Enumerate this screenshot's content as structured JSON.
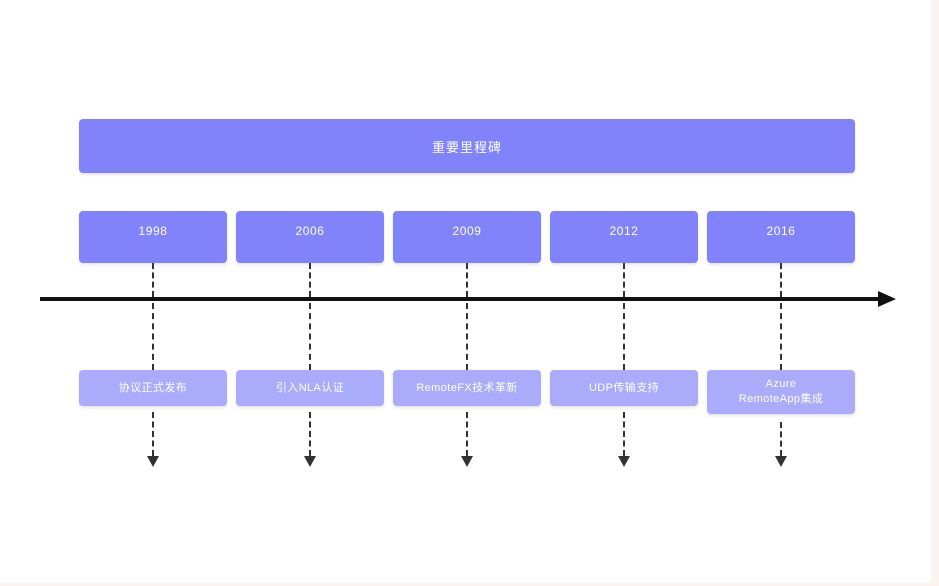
{
  "diagram": {
    "title": "重要里程碑",
    "axis": {
      "direction_icon": "arrow-right-icon",
      "tick_count": 5
    },
    "milestones": [
      {
        "year": "1998",
        "event": "协议正式发布"
      },
      {
        "year": "2006",
        "event": "引入NLA认证"
      },
      {
        "year": "2009",
        "event": "RemoteFX技术革新"
      },
      {
        "year": "2012",
        "event": "UDP传输支持"
      },
      {
        "year": "2016",
        "event": "Azure\nRemoteApp集成"
      }
    ]
  },
  "colors": {
    "banner": "#8183fb",
    "year_box": "#8183fb",
    "event_box": "#aaabfa",
    "axis": "#111111",
    "connector": "#333333",
    "text_on_fill": "#ffffff",
    "page_background": "#ffffff",
    "page_edge": "#fcf3f0"
  }
}
